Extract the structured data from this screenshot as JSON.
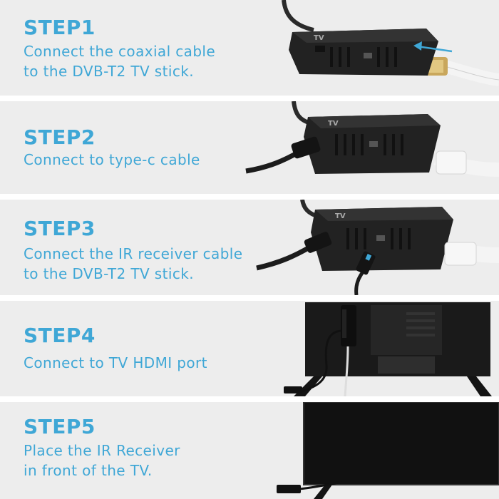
{
  "steps": [
    {
      "title": "STEP1",
      "lines": [
        "Connect the coaxial cable",
        "to the DVB-T2 TV stick."
      ]
    },
    {
      "title": "STEP2",
      "lines": [
        "Connect to type-c cable"
      ]
    },
    {
      "title": "STEP3",
      "lines": [
        "Connect the IR receiver cable",
        "to the DVB-T2 TV stick."
      ]
    },
    {
      "title": "STEP4",
      "lines": [
        "Connect to TV HDMI port"
      ]
    },
    {
      "title": "STEP5",
      "lines": [
        "Place the IR Receiver",
        "in front of the TV."
      ]
    }
  ],
  "device": {
    "brand_text": "TV"
  },
  "colors": {
    "accent": "#3fa7d6",
    "panel_bg": "#ededed",
    "device": "#202020"
  }
}
